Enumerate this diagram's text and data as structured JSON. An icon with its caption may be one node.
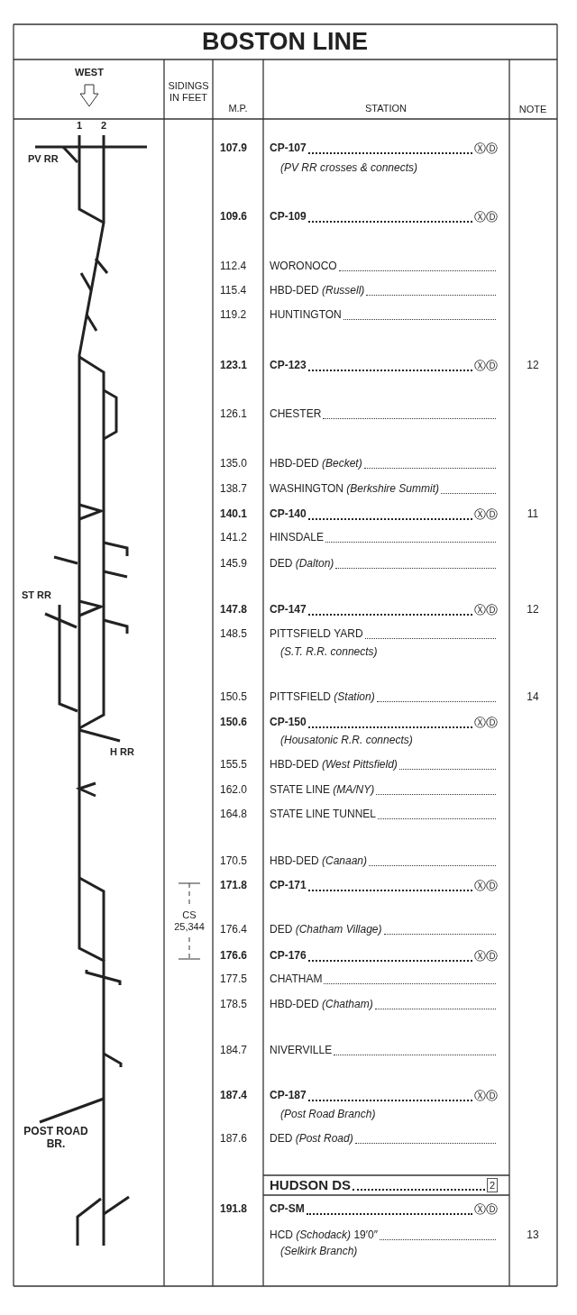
{
  "diagram": {
    "title": "BOSTON LINE",
    "labels": [
      "WEST",
      "SIDINGS IN FEET",
      "M.P.",
      "STATION",
      "NOTE",
      "1",
      "2",
      "PV RR",
      "ST RR",
      "H RR",
      "POST ROAD BR.",
      "CS 25,344",
      "107.9",
      "CP-107",
      "ⓍⒹ",
      "(PV RR crosses & connects)",
      "109.6",
      "CP-109",
      "ⓍⒹ",
      "112.4",
      "WORONOCO",
      "115.4",
      "HBD-DED *(Russell)*",
      "119.2",
      "HUNTINGTON",
      "123.1",
      "CP-123",
      "ⓍⒹ",
      "12",
      "126.1",
      "CHESTER",
      "135.0",
      "HBD-DED *(Becket)*",
      "138.7",
      "WASHINGTON *(Berkshire Summit)*",
      "140.1",
      "CP-140",
      "ⓍⒹ",
      "11",
      "141.2",
      "HINSDALE",
      "145.9",
      "DED *(Dalton)*",
      "147.8",
      "CP-147",
      "ⓍⒹ",
      "12",
      "148.5",
      "PITTSFIELD YARD",
      "(S.T. R.R. connects)",
      "150.5",
      "PITTSFIELD *(Station)*",
      "14",
      "150.6",
      "CP-150",
      "ⓍⒹ",
      "(Housatonic R.R. connects)",
      "155.5",
      "HBD-DED *(West Pittsfield)*",
      "162.0",
      "STATE LINE *(MA/NY)*",
      "164.8",
      "STATE LINE TUNNEL",
      "170.5",
      "HBD-DED *(Canaan)*",
      "171.8",
      "CP-171",
      "ⓍⒹ",
      "176.4",
      "DED *(Chatham Village)*",
      "176.6",
      "CP-176",
      "ⓍⒹ",
      "177.5",
      "CHATHAM",
      "178.5",
      "HBD-DED *(Chatham)*",
      "184.7",
      "NIVERVILLE",
      "187.4",
      "CP-187",
      "ⓍⒹ",
      "(Post Road Branch)",
      "187.6",
      "DED *(Post Road)*",
      "HUDSON DS",
      "2",
      "191.8",
      "CP-SM",
      "ⓍⒹ",
      "HCD *(Schodack)* 19′0″",
      "13",
      "(Selkirk Branch)"
    ]
  }
}
